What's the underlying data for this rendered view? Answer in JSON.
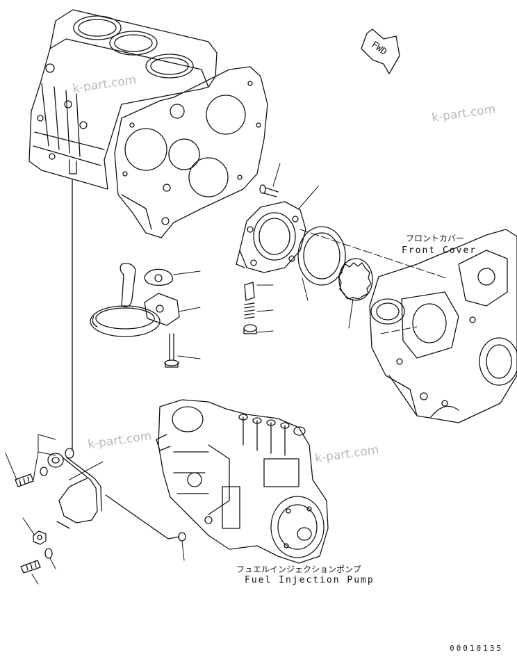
{
  "labels": {
    "front_cover_jp": "フロントカバー",
    "front_cover_en": "Front Cover",
    "fuel_pump_jp": "フュエルインジェクションポンプ",
    "fuel_pump_en": "Fuel Injection Pump",
    "fwd": "FWD"
  },
  "watermarks": [
    "k-part.com",
    "k-part.com",
    "k-part.com",
    "k-part.com"
  ],
  "drawing_code": "00010135",
  "colors": {
    "line": "#111111",
    "watermark": "#b9b9b9",
    "background": "#ffffff"
  }
}
